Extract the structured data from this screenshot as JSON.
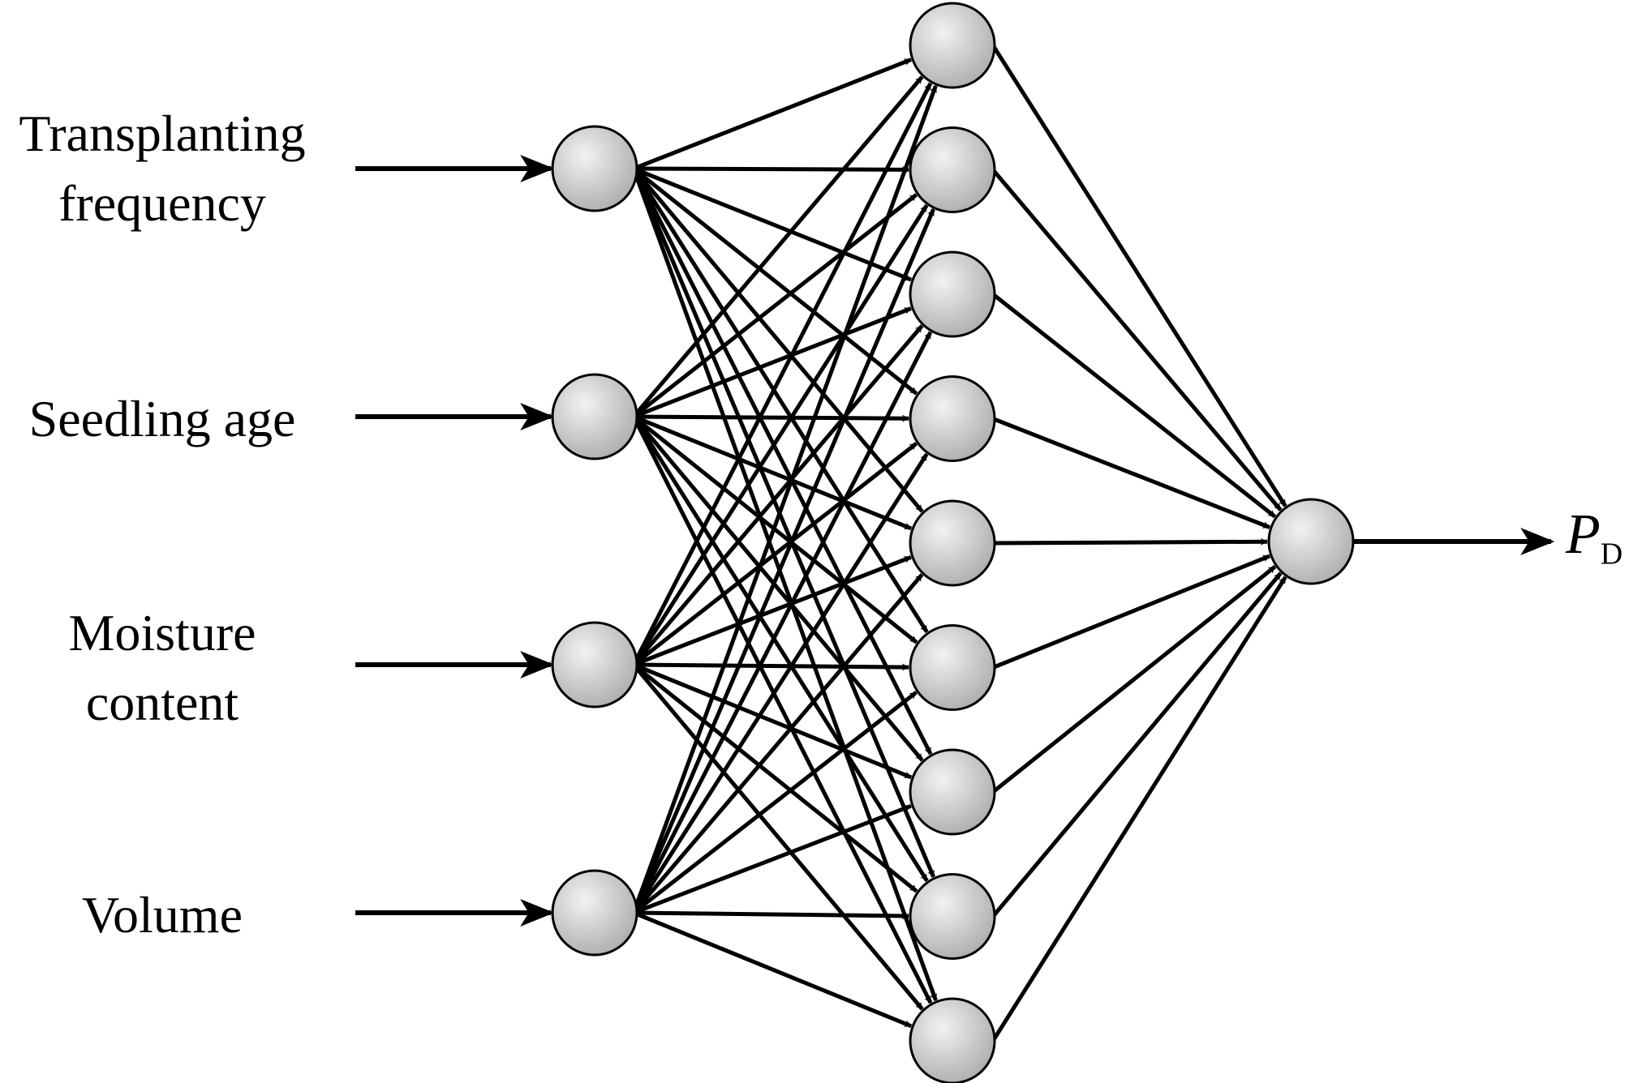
{
  "inputs": [
    {
      "line1": "Transplanting",
      "line2": "frequency"
    },
    {
      "line1": "Seedling age",
      "line2": ""
    },
    {
      "line1": "Moisture",
      "line2": "content"
    },
    {
      "line1": "Volume",
      "line2": ""
    }
  ],
  "output": {
    "main": "P",
    "sub": "D"
  },
  "network": {
    "input_nodes": 4,
    "hidden_nodes": 9,
    "output_nodes": 1
  },
  "colors": {
    "stroke": "#000000",
    "node_fill_light": "#f2f2f2",
    "node_fill_dark": "#a8a8a8"
  }
}
